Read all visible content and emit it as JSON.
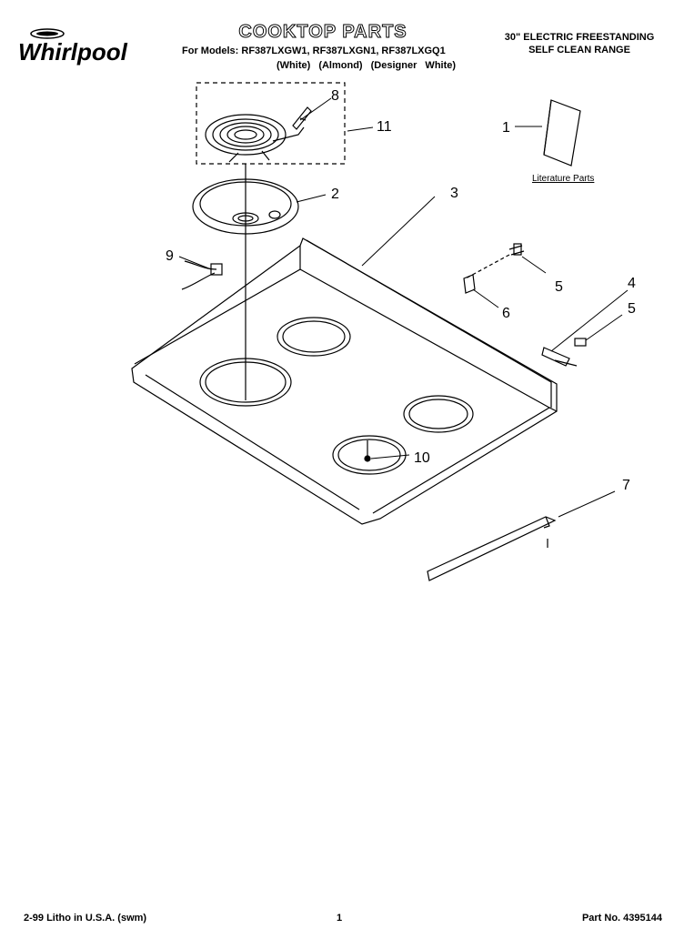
{
  "header": {
    "brand": "Whirlpool",
    "title": "COOKTOP PARTS",
    "models": "For Models: RF387LXGW1, RF387LXGN1, RF387LXGQ1",
    "variants": "(White) (Almond) (Designer White)",
    "range_line1": "30\" ELECTRIC FREESTANDING",
    "range_line2": "SELF CLEAN RANGE"
  },
  "diagram": {
    "literature_label": "Literature Parts",
    "callouts": [
      "1",
      "2",
      "3",
      "4",
      "5",
      "5",
      "6",
      "7",
      "8",
      "9",
      "10",
      "11"
    ]
  },
  "footer": {
    "litho": "2-99 Litho in U.S.A. (swm)",
    "page": "1",
    "part_no": "Part No. 4395144"
  }
}
